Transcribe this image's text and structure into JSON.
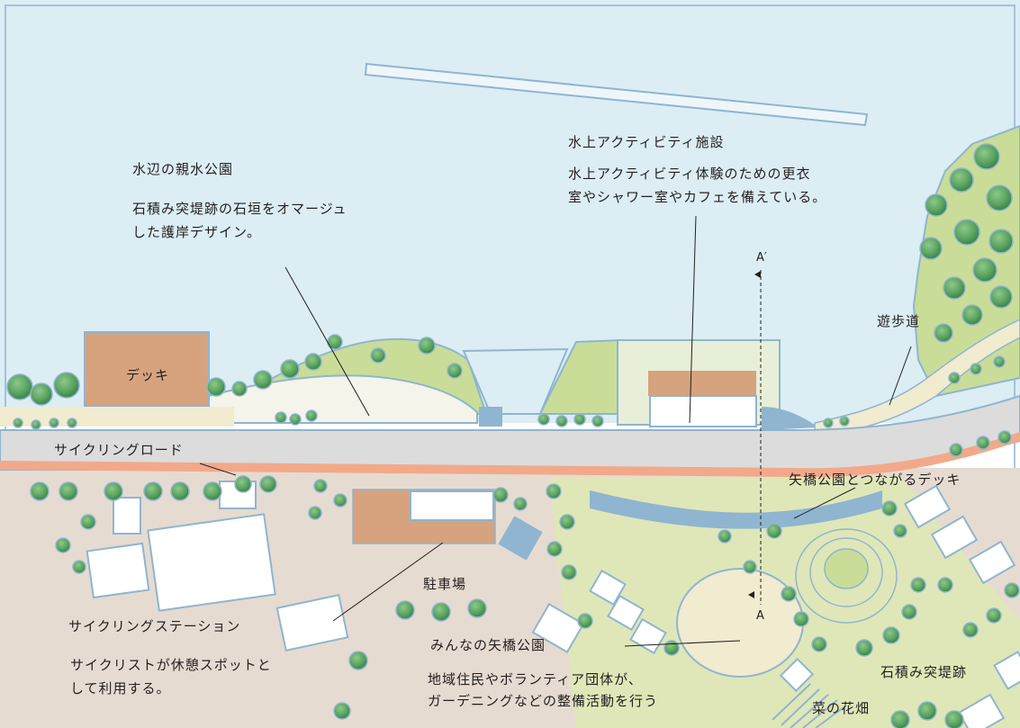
{
  "labels": {
    "deck": "デッキ",
    "park_title": "水辺の親水公園",
    "park_desc_1": "石積み突堤跡の石垣をオマージュ",
    "park_desc_2": "した護岸デザイン。",
    "water_title": "水上アクティビティ施設",
    "water_desc_1": "水上アクティビティ体験のための更衣",
    "water_desc_2": "室やシャワー室やカフェを備えている。",
    "section_top": "A′",
    "section_bottom": "A",
    "promenade": "遊歩道",
    "cycling_road": "サイクリングロード",
    "yabashi_deck": "矢橋公園とつながるデッキ",
    "parking": "駐車場",
    "station_title": "サイクリングステーション",
    "station_desc_1": "サイクリストが休憩スポットと",
    "station_desc_2": "して利用する。",
    "minna_park": "みんなの矢橋公園",
    "community_1": "地域住民やボランティア団体が、",
    "community_2": "ガーデニングなどの整備活動を行う",
    "jetty_ruins": "石積み突堤跡",
    "flower_field": "菜の花畑"
  },
  "colors": {
    "water": "#dcedf4",
    "road": "#d9d9d9",
    "cycle_lane": "#f2a98a",
    "deck": "#d7a37e",
    "green": "#c9dd98",
    "tree": "#69ac6c",
    "land": "#e6dbd0",
    "outline": "#8fb5d0"
  }
}
